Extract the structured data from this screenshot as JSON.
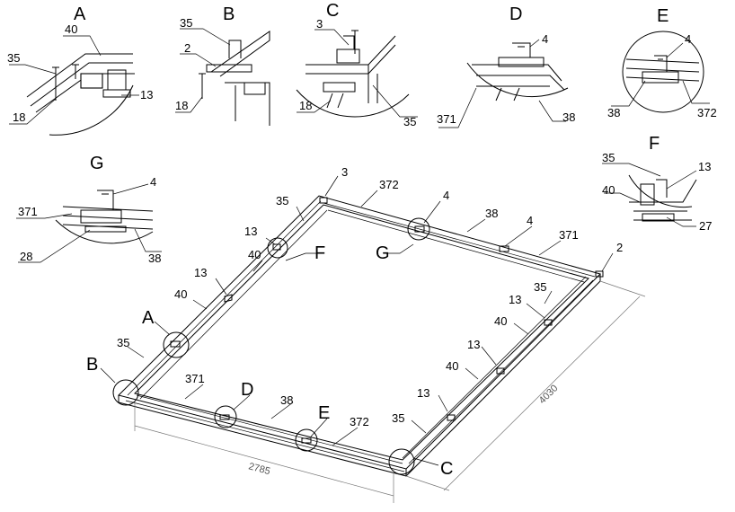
{
  "details": {
    "A": {
      "letter": "A",
      "parts": {
        "p40": "40",
        "p35": "35",
        "p18": "18",
        "p13": "13"
      }
    },
    "B": {
      "letter": "B",
      "parts": {
        "p35": "35",
        "p2": "2",
        "p18": "18"
      }
    },
    "C": {
      "letter": "C",
      "parts": {
        "p3": "3",
        "p18": "18",
        "p35": "35"
      }
    },
    "D": {
      "letter": "D",
      "parts": {
        "p4": "4",
        "p371": "371",
        "p38": "38"
      }
    },
    "E": {
      "letter": "E",
      "parts": {
        "p4": "4",
        "p38": "38",
        "p372": "372"
      }
    },
    "F": {
      "letter": "F",
      "parts": {
        "p35": "35",
        "p13": "13",
        "p40": "40",
        "p27": "27"
      }
    },
    "G": {
      "letter": "G",
      "parts": {
        "p4": "4",
        "p371": "371",
        "p28": "28",
        "p38": "38"
      }
    }
  },
  "main": {
    "labels": {
      "l3": "3",
      "l372": "372",
      "l4a": "4",
      "l35a": "35",
      "l38": "38",
      "l4b": "4",
      "l371a": "371",
      "l13a": "13",
      "lF": "F",
      "lG": "G",
      "l2": "2",
      "l40a": "40",
      "l13b": "13",
      "l35b": "35",
      "l40b": "40",
      "l13c": "13",
      "lA": "A",
      "l35c": "35",
      "l40c": "40",
      "l13d": "13",
      "lB": "B",
      "l371b": "371",
      "lD": "D",
      "l38b": "38",
      "l40d": "40",
      "l13e": "13",
      "lE": "E",
      "l372b": "372",
      "l35d": "35",
      "lC": "C"
    },
    "dimensions": {
      "width": "2785",
      "length": "4030"
    }
  }
}
